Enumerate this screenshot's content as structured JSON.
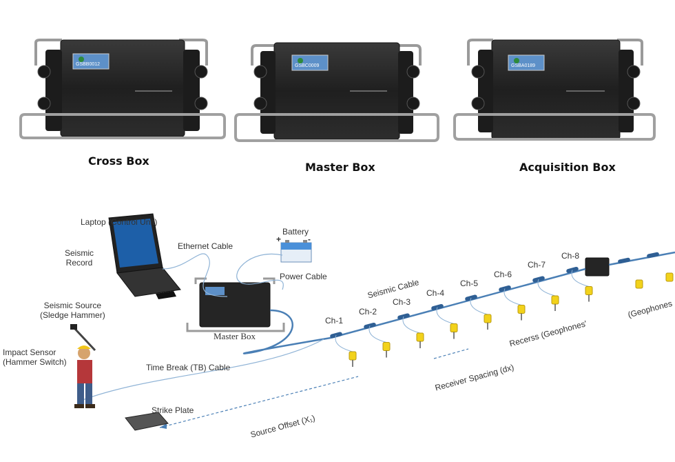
{
  "boxes": [
    {
      "caption": "Cross Box",
      "serial": "GSBB0012"
    },
    {
      "caption": "Master Box",
      "serial": "GSBC0009"
    },
    {
      "caption": "Acquisition Box",
      "serial": "GSBA0189"
    }
  ],
  "diagram": {
    "laptop": "Laptop (Control Unit)",
    "seismic_record": "Seismic\nRecord",
    "ethernet_cable": "Ethernet Cable",
    "battery": "Battery",
    "battery_plus": "+",
    "battery_minus": "-",
    "power_cable": "Power Cable",
    "seismic_source": "Seismic Source\n(Sledge Hammer)",
    "impact_sensor": "Impact Sensor\n(Hammer Switch)",
    "master_box": "Master Box",
    "seismic_cable": "Seismic Cable",
    "time_break_cable": "Time Break (TB) Cable",
    "strike_plate": "Strike Plate",
    "source_offset": "Source Offset (X₁)",
    "receiver_spacing": "Receiver Spacing (dx)",
    "receivers_label": "Recerss (Geophones'",
    "geophones_right": "(Geophones",
    "channels": [
      "Ch-1",
      "Ch-2",
      "Ch-3",
      "Ch-4",
      "Ch-5",
      "Ch-6",
      "Ch-7",
      "Ch-8"
    ]
  },
  "colors": {
    "cable": "#4a7fb5",
    "box_body": "#2b2b2b",
    "geophone": "#f2d21b",
    "dashed": "#4a7fb5"
  }
}
